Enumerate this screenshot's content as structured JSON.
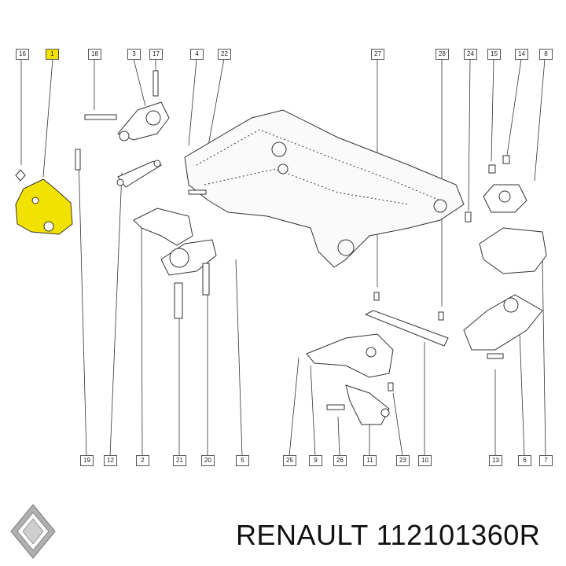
{
  "callouts_top": [
    "16",
    "1",
    "18",
    "3",
    "17",
    "4",
    "22",
    "27",
    "28",
    "24",
    "15",
    "14",
    "8"
  ],
  "callouts_bottom": [
    "19",
    "12",
    "2",
    "21",
    "20",
    "5",
    "25",
    "9",
    "26",
    "11",
    "23",
    "10",
    "13",
    "6",
    "7"
  ],
  "highlighted_callout": "1",
  "brand": "RENAULT",
  "part_number": "112101360R",
  "caption": "RENAULT 112101360R",
  "colors": {
    "highlight": "#f2e200",
    "line": "#333333",
    "text": "#111111"
  },
  "logo": "renault-diamond-logo"
}
